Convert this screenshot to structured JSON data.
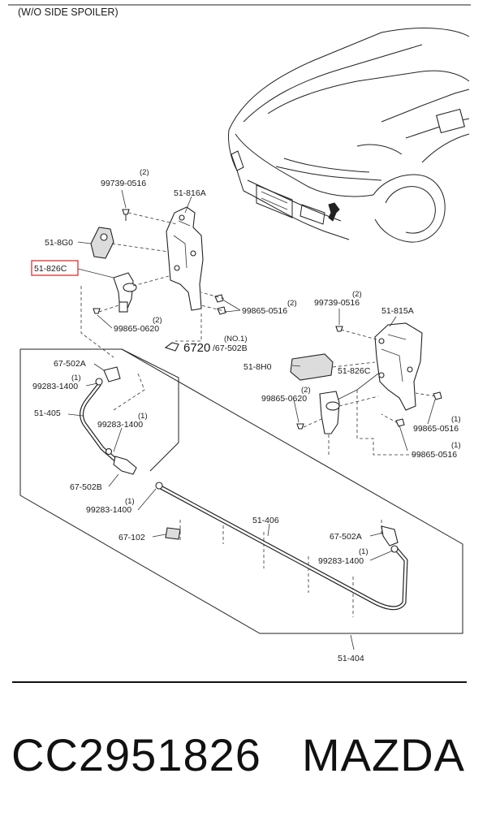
{
  "diagram": {
    "title": "(W/O SIDE SPOILER)",
    "note_main": "6720",
    "note_sub": "/67-502B",
    "note_qty": "(NO.1)",
    "labels": {
      "l_99739_0516_a": "99739-0516",
      "q_99739_0516_a": "(2)",
      "l_51_816a": "51-816A",
      "l_51_8g0": "51-8G0",
      "l_51_826c_hl": "51-826C",
      "l_99865_0516_a": "99865-0516",
      "q_99865_0516_a": "(2)",
      "l_99865_0620_a": "99865-0620",
      "q_99865_0620_a": "(2)",
      "l_99739_0516_b": "99739-0516",
      "q_99739_0516_b": "(2)",
      "l_51_815a": "51-815A",
      "l_51_8h0": "51-8H0",
      "l_51_826c_b": "51-826C",
      "l_99865_0620_b": "99865-0620",
      "q_99865_0620_b": "(2)",
      "l_99865_0516_b": "99865-0516",
      "q_99865_0516_b": "(1)",
      "l_99865_0516_c": "99865-0516",
      "q_99865_0516_c": "(1)",
      "l_67_502a_a": "67-502A",
      "l_99283_1400_a": "99283-1400",
      "q_99283_1400_a": "(1)",
      "l_51_405": "51-405",
      "l_99283_1400_b": "99283-1400",
      "q_99283_1400_b": "(1)",
      "l_67_502b": "67-502B",
      "l_99283_1400_c": "99283-1400",
      "q_99283_1400_c": "(1)",
      "l_67_102": "67-102",
      "l_51_406": "51-406",
      "l_67_502a_b": "67-502A",
      "l_99283_1400_d": "99283-1400",
      "q_99283_1400_d": "(1)",
      "l_51_404": "51-404"
    },
    "highlight_color": "#e03030"
  },
  "footer": {
    "part_number": "CC2951826",
    "brand": "MAZDA"
  }
}
